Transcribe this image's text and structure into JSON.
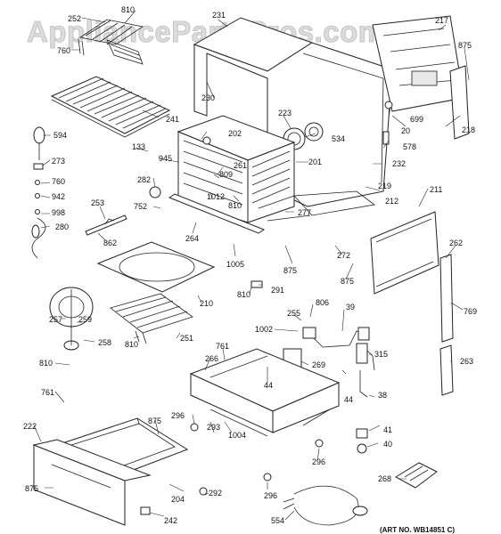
{
  "watermark": "AppliancePartsPros.com",
  "art_number": "(ART NO. WB14851 C)",
  "callouts": {
    "c252": "252",
    "c810a": "810",
    "c760a": "760",
    "c231": "231",
    "c217": "217",
    "c875a": "875",
    "c230": "230",
    "c699": "699",
    "c20": "20",
    "c218": "218",
    "c241": "241",
    "c223": "223",
    "c534": "534",
    "c578": "578",
    "c594": "594",
    "c133": "133",
    "c202": "202",
    "c945": "945",
    "c261": "261",
    "c201": "201",
    "c232": "232",
    "c273": "273",
    "c809": "809",
    "c760b": "760",
    "c282": "282",
    "c1012": "1012",
    "c810b": "810",
    "c219": "219",
    "c211": "211",
    "c942": "942",
    "c752": "752",
    "c212": "212",
    "c998": "998",
    "c253": "253",
    "c277": "277",
    "c280": "280",
    "c264": "264",
    "c862": "862",
    "c262": "262",
    "c272": "272",
    "c1005": "1005",
    "c875b": "875",
    "c875c": "875",
    "c291": "291",
    "c810c": "810",
    "c210": "210",
    "c769": "769",
    "c806": "806",
    "c39": "39",
    "c257": "257",
    "c259": "259",
    "c1002": "1002",
    "c255": "255",
    "c258": "258",
    "c810d": "810",
    "c251": "251",
    "c761a": "761",
    "c315": "315",
    "c263": "263",
    "c810e": "810",
    "c266": "266",
    "c269": "269",
    "c44a": "44",
    "c44b": "44",
    "c38": "38",
    "c761b": "761",
    "c222": "222",
    "c875d": "875",
    "c296a": "296",
    "c293": "293",
    "c1004": "1004",
    "c41": "41",
    "c40": "40",
    "c296b": "296",
    "c875e": "875",
    "c204": "204",
    "c292": "292",
    "c268": "268",
    "c296c": "296",
    "c554": "554",
    "c242": "242"
  }
}
